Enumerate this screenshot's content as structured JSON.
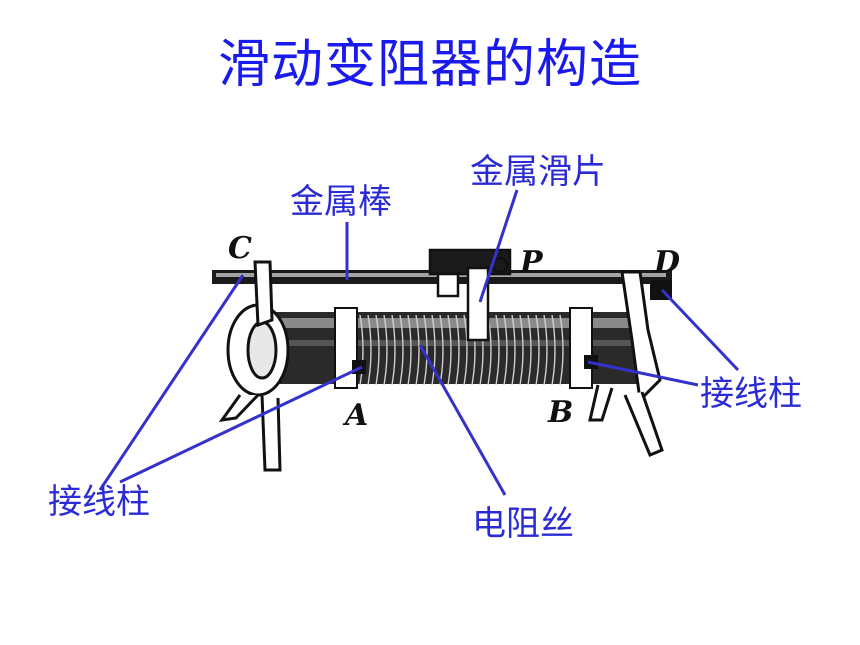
{
  "title": "滑动变阻器的构造",
  "labels": {
    "metal_rod": "金属棒",
    "metal_slider": "金属滑片",
    "terminal_left": "接线柱",
    "terminal_right": "接线柱",
    "resistance_wire": "电阻丝"
  },
  "letters": {
    "c": "C",
    "d": "D",
    "p": "P",
    "a": "A",
    "b": "B"
  },
  "colors": {
    "title": "#1a1aee",
    "label": "#2b2bd6",
    "leader_line": "#3333cc"
  }
}
